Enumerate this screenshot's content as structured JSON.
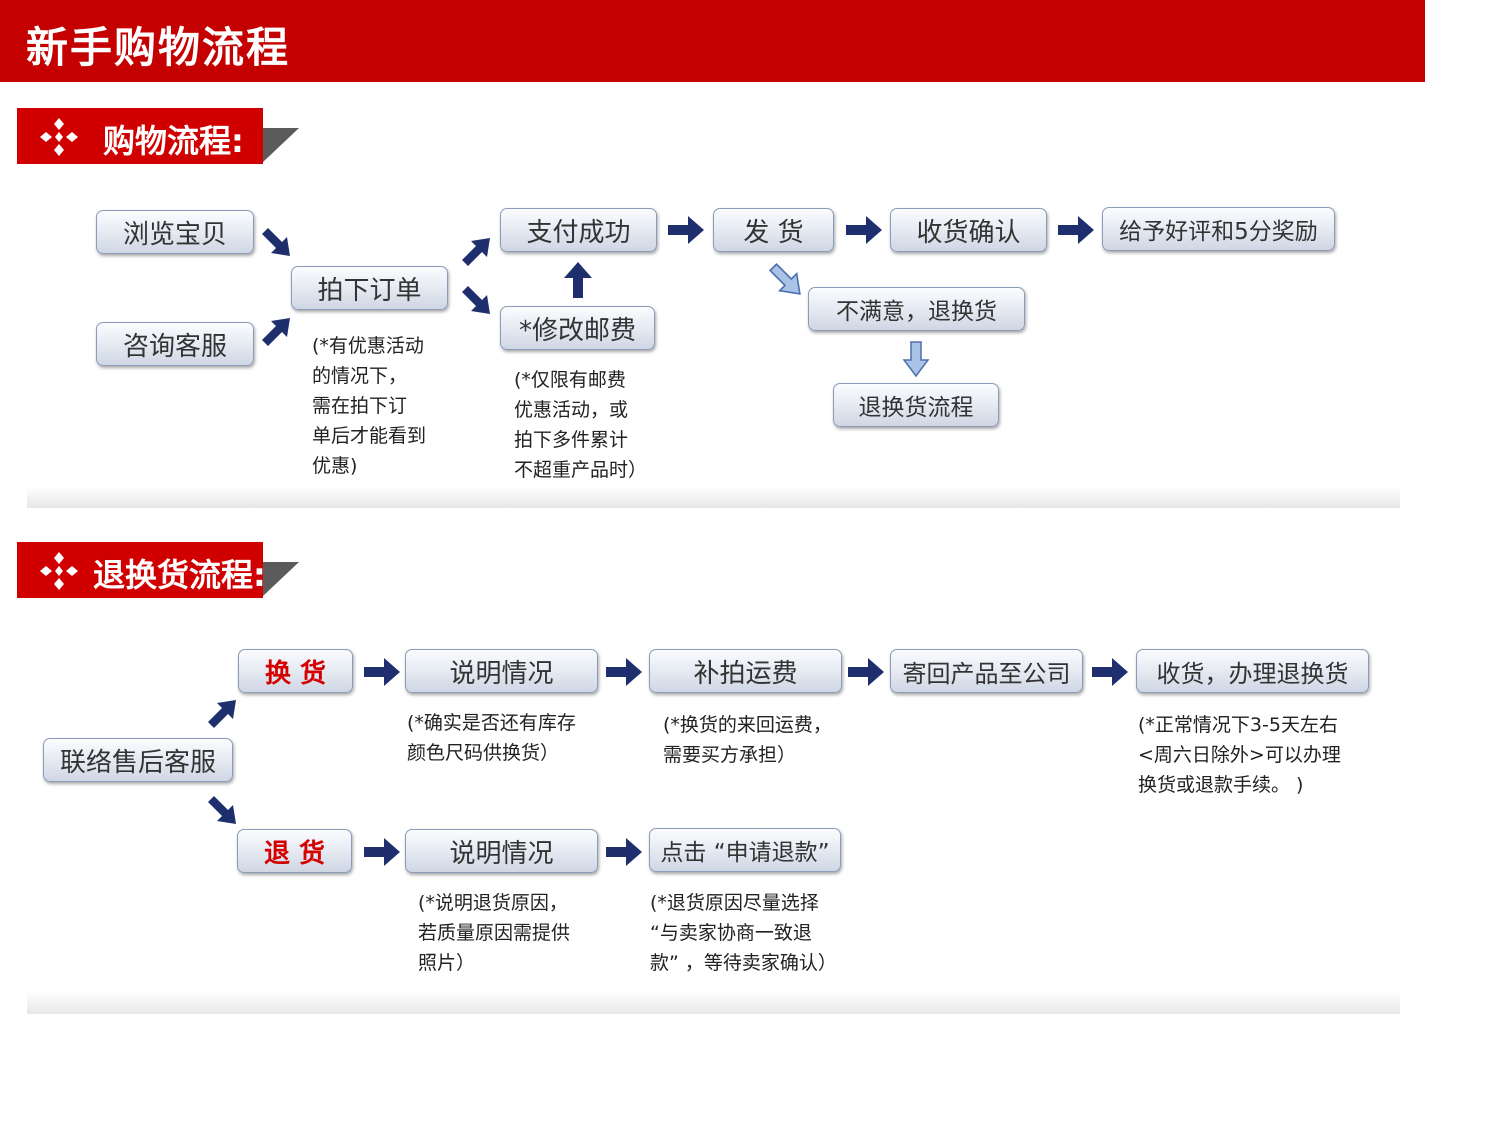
{
  "page_title": "新手购物流程",
  "sections": {
    "shopping": {
      "title": "购物流程:",
      "steps": {
        "browse": "浏览宝贝",
        "consult": "咨询客服",
        "order": "拍下订单",
        "modify_postage": "*修改邮费",
        "pay": "支付成功",
        "ship": "发 货",
        "confirm": "收货确认",
        "review": "给予好评和5分奖励",
        "unsatisfied": "不满意，退换货",
        "return_flow": "退换货流程"
      },
      "notes": {
        "order_note": "(*有优惠活动\n的情况下，\n需在拍下订\n单后才能看到\n优惠)",
        "postage_note": "(*仅限有邮费\n优惠活动，或\n拍下多件累计\n不超重产品时）"
      }
    },
    "returns": {
      "title": "退换货流程:",
      "steps": {
        "contact": "联络售后客服",
        "exchange": "换 货",
        "refund": "退 货",
        "explain_exchange": "说明情况",
        "pay_shipping": "补拍运费",
        "send_back": "寄回产品至公司",
        "receive": "收货，办理退换货",
        "explain_refund": "说明情况",
        "apply_refund": "点击 “申请退款”"
      },
      "notes": {
        "exchange_stock_note": "(*确实是否还有库存\n颜色尺码供换货）",
        "shipping_note": "(*换货的来回运费，\n需要买方承担）",
        "receive_note": "(*正常情况下3-5天左右\n<周六日除外>可以办理\n换货或退款手续。 )",
        "refund_reason_note": "(*说明退货原因，\n若质量原因需提供\n照片）",
        "refund_apply_note": "(*退货原因尽量选择\n  “与卖家协商一致退\n款” ，等待卖家确认）"
      }
    }
  },
  "colors": {
    "header_red": "#c40000",
    "tag_red": "#d10000",
    "arrow_navy": "#1f2f6e",
    "refund_red": "#d40000"
  }
}
